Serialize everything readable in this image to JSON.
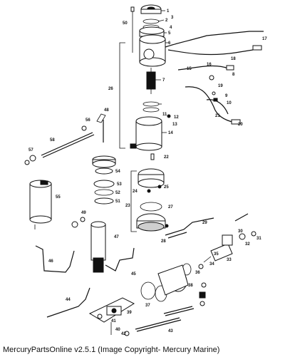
{
  "caption": "MercuryPartsOnline v2.5.1 (Image Copyright- Mercury Marine)",
  "callouts": [
    "1",
    "2",
    "3",
    "4",
    "5",
    "6",
    "7",
    "8",
    "9",
    "10",
    "11",
    "12",
    "13",
    "14",
    "15",
    "16",
    "17",
    "18",
    "19",
    "20",
    "21",
    "22",
    "23",
    "24",
    "25",
    "26",
    "27",
    "28",
    "29",
    "30",
    "31",
    "32",
    "33",
    "34",
    "35",
    "36",
    "37",
    "38",
    "39",
    "40",
    "41",
    "42",
    "43",
    "44",
    "45",
    "46",
    "47",
    "48",
    "49",
    "50",
    "51",
    "52",
    "53",
    "54",
    "55",
    "56",
    "57",
    "58"
  ]
}
